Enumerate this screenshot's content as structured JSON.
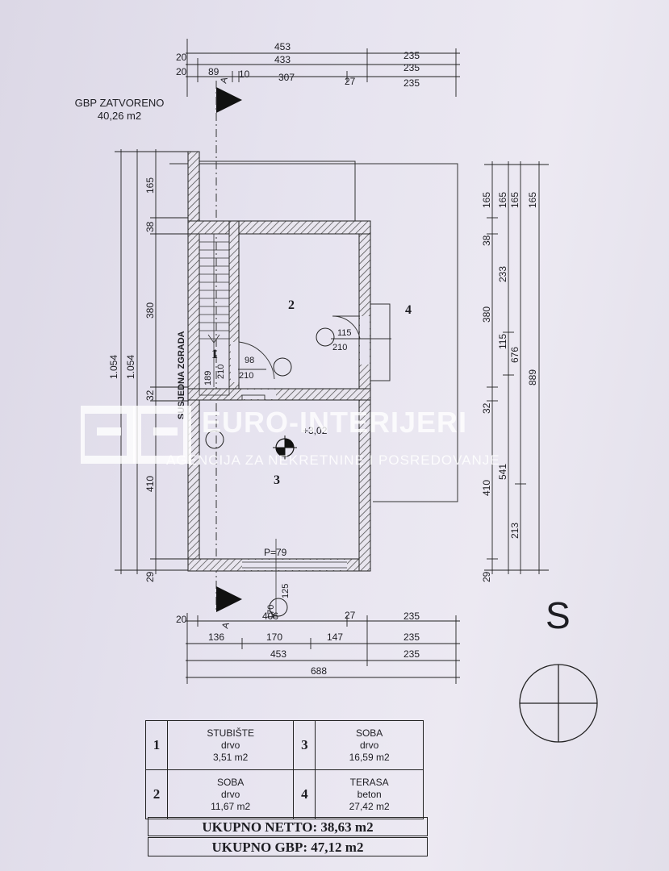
{
  "gbp_label": {
    "title": "GBP ZATVORENO",
    "value": "40,26 m2"
  },
  "top_dims": {
    "row1": [
      "453",
      "235"
    ],
    "row2": [
      "20",
      "433",
      "235"
    ],
    "row3": [
      "20",
      "89",
      "10",
      "307",
      "27",
      "235"
    ]
  },
  "bottom_dims": {
    "row1": [
      "20",
      "406",
      "27",
      "235"
    ],
    "row2": [
      "136",
      "170",
      "147",
      "235"
    ],
    "row3": [
      "453",
      "235"
    ],
    "row4": [
      "688"
    ]
  },
  "left_dims": {
    "outer": "1.054",
    "middle": "1.054",
    "inner": [
      "165",
      "38",
      "380",
      "32",
      "410",
      "29"
    ]
  },
  "right_dims": {
    "col1": [
      "165",
      "38",
      "380",
      "32",
      "410",
      "29"
    ],
    "col2": [
      "165",
      "233",
      "115",
      "541"
    ],
    "col3": [
      "165",
      "676",
      "213"
    ],
    "col4": [
      "165",
      "889"
    ]
  },
  "plan_labels": {
    "room1": "1",
    "room2": "2",
    "room3": "3",
    "room4": "4",
    "neighbor": "SUSJEDNA ZGRADA",
    "door1_width": "98",
    "door1_height": "210",
    "door2_width": "115",
    "door2_height": "210",
    "stair_dim_a": "189",
    "stair_dim_b": "210",
    "elevation": "+3,02",
    "window_label": "P=79",
    "window_w": "170",
    "window_h": "125",
    "section_top": "A",
    "section_bottom": "A"
  },
  "watermark": {
    "main": "EURO-INTERIJERI",
    "sub": "AGENCIJA ZA NEKRETNINE I POSREDOVANJE"
  },
  "compass": {
    "label": "S"
  },
  "rooms": [
    {
      "num": "1",
      "name": "STUBIŠTE",
      "material": "drvo",
      "area": "3,51 m2"
    },
    {
      "num": "3",
      "name": "SOBA",
      "material": "drvo",
      "area": "16,59 m2"
    },
    {
      "num": "2",
      "name": "SOBA",
      "material": "drvo",
      "area": "11,67 m2"
    },
    {
      "num": "4",
      "name": "TERASA",
      "material": "beton",
      "area": "27,42 m2"
    }
  ],
  "totals": {
    "netto": "UKUPNO NETTO: 38,63 m2",
    "gbp": "UKUPNO GBP: 47,12 m2"
  }
}
